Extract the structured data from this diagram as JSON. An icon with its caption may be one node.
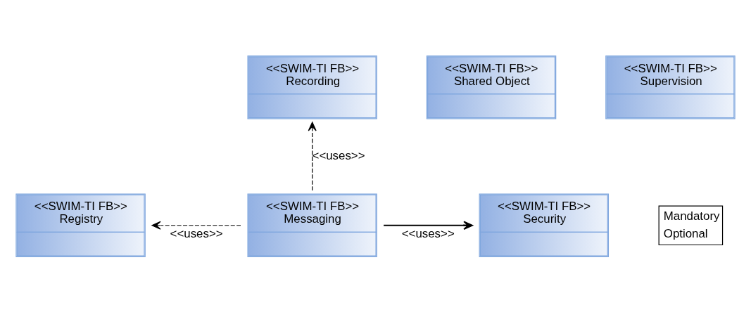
{
  "diagram": {
    "nodes": [
      {
        "text": [
          "<<SWIM-TI FB>>",
          "Recording"
        ]
      },
      {
        "text": [
          "<<SWIM-TI FB>>",
          "Shared Object"
        ]
      },
      {
        "text": [
          "<<SWIM-TI FB>>",
          "Supervision"
        ]
      },
      {
        "text": [
          "<<SWIM-TI FB>>",
          "Registry"
        ]
      },
      {
        "text": [
          "<<SWIM-TI FB>>",
          "Messaging"
        ]
      },
      {
        "text": [
          "<<SWIM-TI FB>>",
          "Security"
        ]
      }
    ],
    "edges": [
      {
        "from": 4,
        "to": 0,
        "arrow": "to",
        "label": "<<uses>>",
        "style": "dashed"
      },
      {
        "from": 4,
        "to": 3,
        "arrow": "to",
        "label": "<<uses>>",
        "style": "dashed"
      },
      {
        "from": 4,
        "to": 5,
        "arrow": "to",
        "label": "<<uses>>"
      }
    ],
    "legend": [
      {
        "text": "Mandatory"
      },
      {
        "text": "Optional"
      }
    ]
  }
}
